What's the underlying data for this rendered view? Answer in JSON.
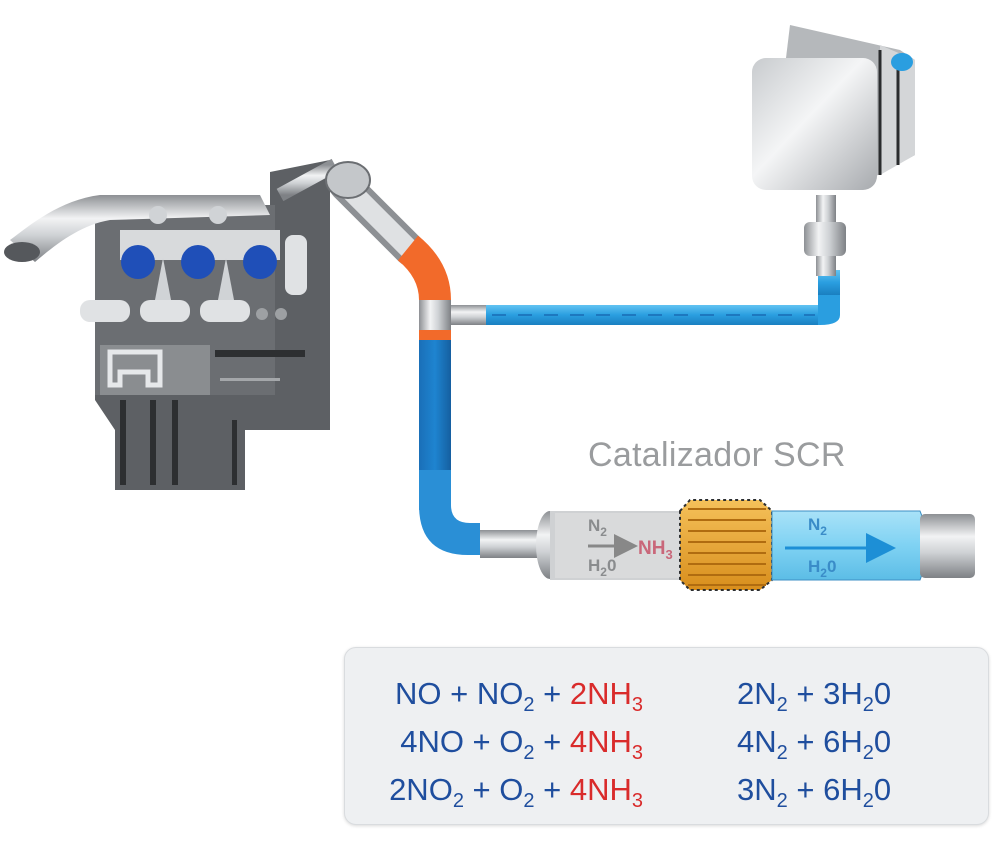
{
  "diagram": {
    "title": "Catalizador SCR",
    "components": {
      "engine": "engine",
      "adblue_tank": "urea-tank",
      "catalyst": "scr-catalyst"
    },
    "catalyst_inlet": {
      "species_top": "N",
      "species_top_sub": "2",
      "species_bottom": "H",
      "species_bottom_sub": "2",
      "species_bottom_tail": "0",
      "reagent": "NH",
      "reagent_sub": "3"
    },
    "catalyst_outlet": {
      "species_top": "N",
      "species_top_sub": "2",
      "species_bottom": "H",
      "species_bottom_sub": "2",
      "species_bottom_tail": "0"
    },
    "colors": {
      "reagent_blue": "#2a9ee0",
      "exhaust_orange": "#f26a2a",
      "exhaust_blue": "#1a78c8",
      "equation_blue": "#1f4e9e",
      "equation_red": "#d92b2b",
      "catalyst_gold": "#e8a22a"
    }
  },
  "equations": [
    {
      "lhs": [
        {
          "t": "NO + NO"
        },
        {
          "sub": "2"
        },
        {
          "t": " + "
        },
        {
          "red": "2NH"
        },
        {
          "redsub": "3"
        }
      ],
      "rhs": [
        {
          "t": "2N"
        },
        {
          "sub": "2"
        },
        {
          "t": " + 3H"
        },
        {
          "sub": "2"
        },
        {
          "t": "0"
        }
      ]
    },
    {
      "lhs": [
        {
          "t": "4NO + O"
        },
        {
          "sub": "2"
        },
        {
          "t": " + "
        },
        {
          "red": "4NH"
        },
        {
          "redsub": "3"
        }
      ],
      "rhs": [
        {
          "t": "4N"
        },
        {
          "sub": "2"
        },
        {
          "t": " + 6H"
        },
        {
          "sub": "2"
        },
        {
          "t": "0"
        }
      ]
    },
    {
      "lhs": [
        {
          "t": "2NO"
        },
        {
          "sub": "2"
        },
        {
          "t": " + O"
        },
        {
          "sub": "2"
        },
        {
          "t": " + "
        },
        {
          "red": "4NH"
        },
        {
          "redsub": "3"
        }
      ],
      "rhs": [
        {
          "t": "3N"
        },
        {
          "sub": "2"
        },
        {
          "t": " + 6H"
        },
        {
          "sub": "2"
        },
        {
          "t": "0"
        }
      ]
    }
  ]
}
